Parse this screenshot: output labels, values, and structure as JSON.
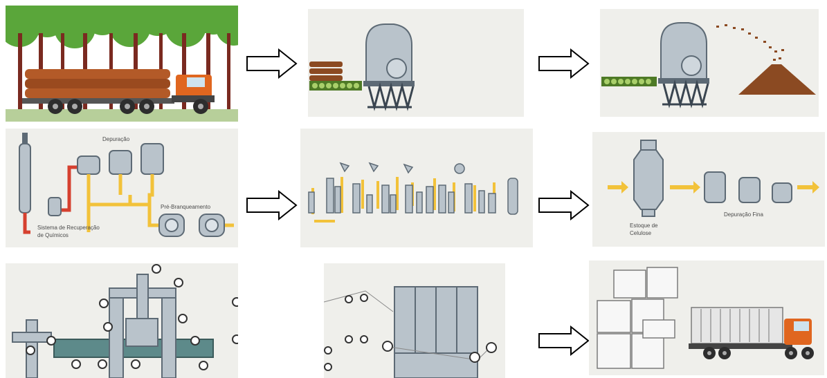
{
  "labels": {
    "depuracao": "Depuração",
    "recuperacao_1": "Sistema de Recuperação",
    "recuperacao_2": "de Químicos",
    "pre_branqueamento": "Pré-Branqueamento",
    "estoque_1": "Estoque de",
    "estoque_2": "Celulose",
    "depuracao_fina": "Depuração Fina"
  },
  "colors": {
    "panel_bg": "#efefeb",
    "machine": "#b9c3cb",
    "machine_dark": "#5d6a75",
    "pipe_yellow": "#f2c23a",
    "pipe_red": "#d6402f",
    "truck_orange": "#e0661f",
    "log_brown": "#8b4a22",
    "tree_green": "#5aa63a",
    "trunk": "#7a2a20"
  }
}
